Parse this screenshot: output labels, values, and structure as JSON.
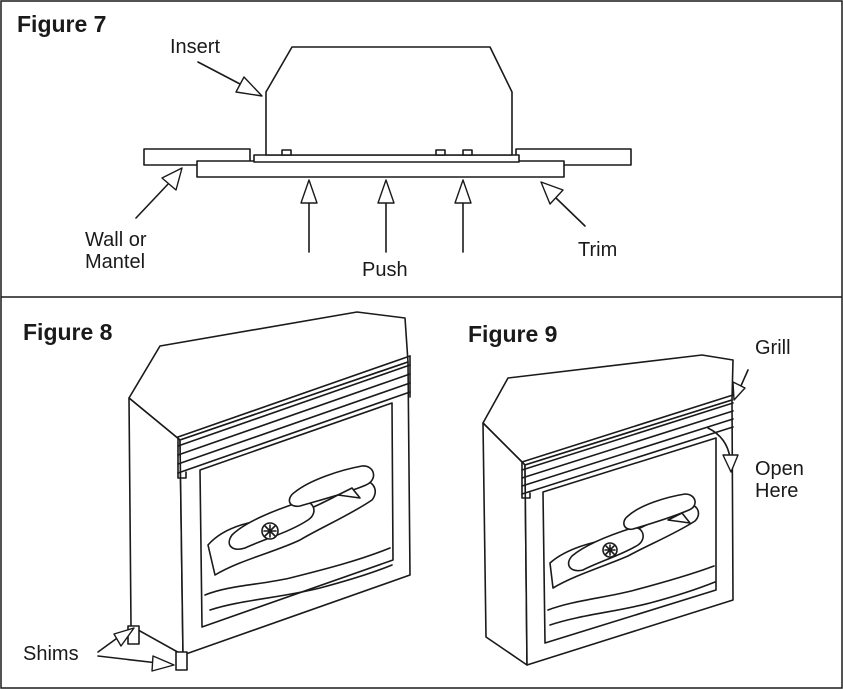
{
  "figure7": {
    "title": "Figure 7",
    "insert_label": "Insert",
    "wall_label_line1": "Wall or",
    "wall_label_line2": "Mantel",
    "push_label": "Push",
    "trim_label": "Trim"
  },
  "figure8": {
    "title": "Figure 8",
    "shims_label": "Shims"
  },
  "figure9": {
    "title": "Figure 9",
    "grill_label": "Grill",
    "open_label_line1": "Open",
    "open_label_line2": "Here"
  },
  "icons": [
    "arrow-icon",
    "push-arrow-icon",
    "fireplace-illustration"
  ]
}
